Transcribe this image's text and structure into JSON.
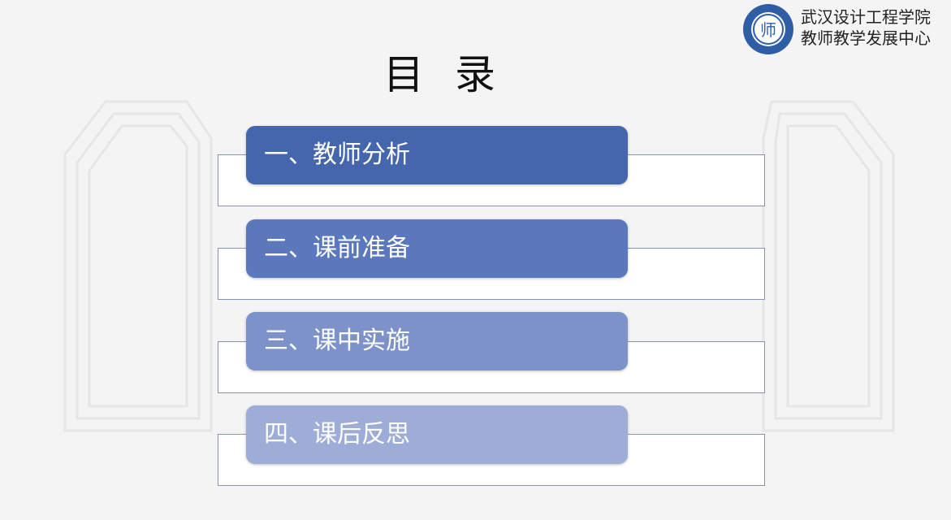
{
  "header": {
    "org_line1": "武汉设计工程学院",
    "org_line2": "教师教学发展中心",
    "logo_text": "师",
    "title": "目录"
  },
  "items": [
    {
      "label": "一、教师分析",
      "color": "#4565ad"
    },
    {
      "label": "二、课前准备",
      "color": "#5c78bd"
    },
    {
      "label": "三、课中实施",
      "color": "#7c92c9"
    },
    {
      "label": "四、课后反思",
      "color": "#9dadd8"
    }
  ]
}
